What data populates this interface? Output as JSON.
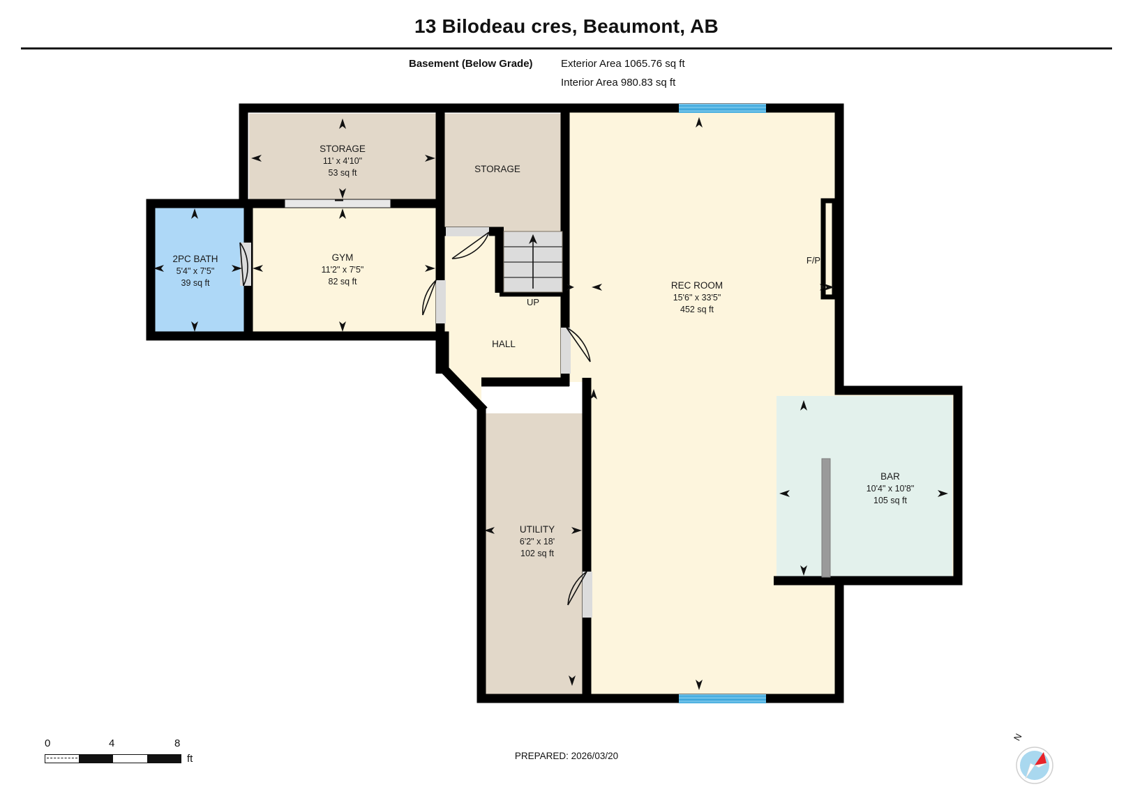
{
  "header": {
    "title": "13 Bilodeau cres, Beaumont, AB",
    "level_label": "Basement (Below Grade)",
    "exterior_area": "Exterior Area 1065.76 sq ft",
    "interior_area": "Interior Area 980.83 sq ft"
  },
  "footer": {
    "prepared": "PREPARED: 2026/03/20"
  },
  "scale": {
    "zero": "0",
    "mid": "4",
    "max": "8",
    "unit": "ft"
  },
  "compass": {
    "north_label": "N"
  },
  "rooms": [
    {
      "id": "storage_upper",
      "name": "STORAGE",
      "dimensions": "11' x 4'10\"",
      "area": "53 sq ft",
      "fill": "#e2d8c9"
    },
    {
      "id": "storage_mid",
      "name": "STORAGE",
      "dimensions": "",
      "area": "",
      "fill": "#e2d8c9"
    },
    {
      "id": "bath",
      "name": "2PC BATH",
      "dimensions": "5'4\" x 7'5\"",
      "area": "39 sq ft",
      "fill": "#aed8f7"
    },
    {
      "id": "gym",
      "name": "GYM",
      "dimensions": "11'2\" x 7'5\"",
      "area": "82 sq ft",
      "fill": "#fdf5dd"
    },
    {
      "id": "hall",
      "name": "HALL",
      "dimensions": "",
      "area": "",
      "fill": "#fdf5dd"
    },
    {
      "id": "rec_room",
      "name": "REC ROOM",
      "dimensions": "15'6\" x 33'5\"",
      "area": "452 sq ft",
      "fill": "#fdf5dd"
    },
    {
      "id": "utility",
      "name": "UTILITY",
      "dimensions": "6'2\" x 18'",
      "area": "102 sq ft",
      "fill": "#e2d8c9"
    },
    {
      "id": "bar",
      "name": "BAR",
      "dimensions": "10'4\" x 10'8\"",
      "area": "105 sq ft",
      "fill": "#e3f1ec"
    }
  ],
  "annotations": {
    "stairs_up": "UP",
    "fireplace": "F/P"
  },
  "colors": {
    "wall": "#000000",
    "window": "#3aa7dd",
    "door_opening": "#d9d9d9",
    "stairs_fill": "#dcdcdc",
    "bar_counter": "#9a9a9a",
    "compass_disc": "#a9d8ef",
    "compass_needle_red": "#e8232a",
    "compass_needle_white": "#ffffff"
  }
}
